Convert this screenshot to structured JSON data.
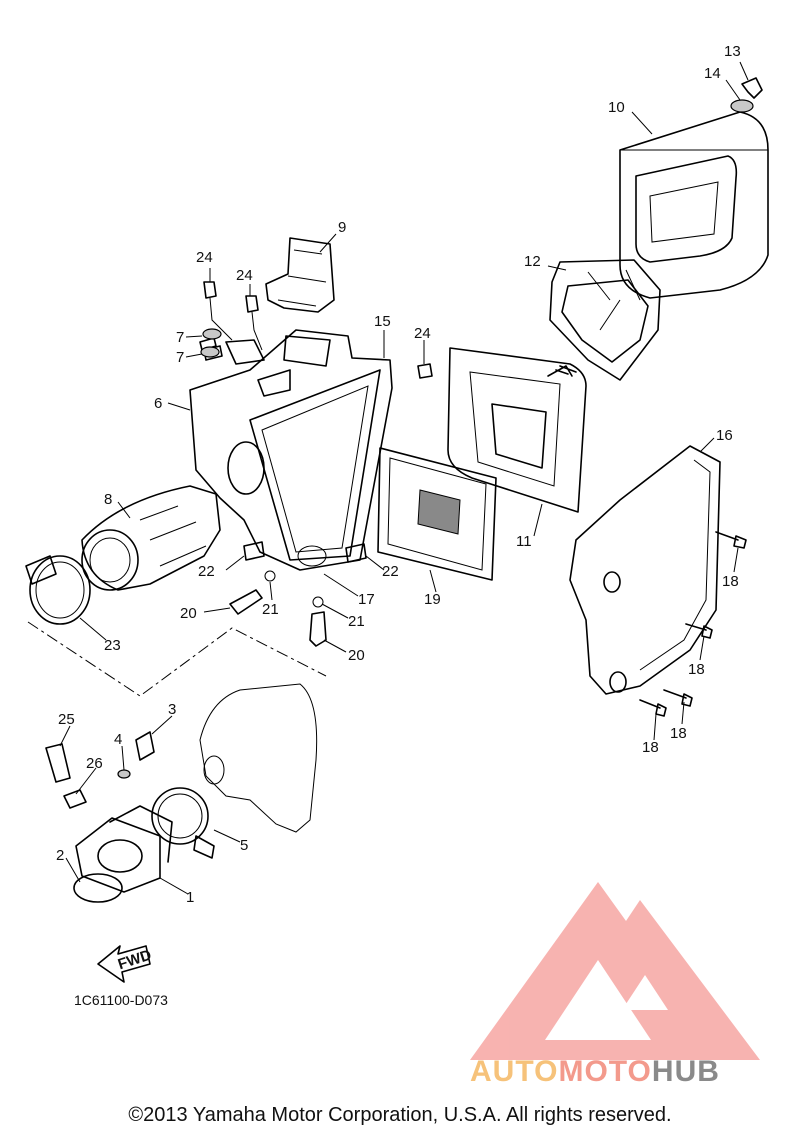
{
  "callouts": [
    {
      "id": "13",
      "text": "13"
    },
    {
      "id": "14",
      "text": "14"
    },
    {
      "id": "10",
      "text": "10"
    },
    {
      "id": "9",
      "text": "9"
    },
    {
      "id": "12",
      "text": "12"
    },
    {
      "id": "24a",
      "text": "24"
    },
    {
      "id": "24b",
      "text": "24"
    },
    {
      "id": "24c",
      "text": "24"
    },
    {
      "id": "15",
      "text": "15"
    },
    {
      "id": "7a",
      "text": "7"
    },
    {
      "id": "7b",
      "text": "7"
    },
    {
      "id": "6",
      "text": "6"
    },
    {
      "id": "16",
      "text": "16"
    },
    {
      "id": "8",
      "text": "8"
    },
    {
      "id": "11",
      "text": "11"
    },
    {
      "id": "18a",
      "text": "18"
    },
    {
      "id": "22a",
      "text": "22"
    },
    {
      "id": "22b",
      "text": "22"
    },
    {
      "id": "17",
      "text": "17"
    },
    {
      "id": "19",
      "text": "19"
    },
    {
      "id": "20a",
      "text": "20"
    },
    {
      "id": "21a",
      "text": "21"
    },
    {
      "id": "21b",
      "text": "21"
    },
    {
      "id": "18b",
      "text": "18"
    },
    {
      "id": "23",
      "text": "23"
    },
    {
      "id": "20b",
      "text": "20"
    },
    {
      "id": "25",
      "text": "25"
    },
    {
      "id": "3",
      "text": "3"
    },
    {
      "id": "18c",
      "text": "18"
    },
    {
      "id": "18d",
      "text": "18"
    },
    {
      "id": "4",
      "text": "4"
    },
    {
      "id": "26",
      "text": "26"
    },
    {
      "id": "5",
      "text": "5"
    },
    {
      "id": "2",
      "text": "2"
    },
    {
      "id": "1",
      "text": "1"
    }
  ],
  "fwd_label": "FWD",
  "diagram_code": "1C61100-D073",
  "copyright": "©2013 Yamaha Motor Corporation, U.S.A. All rights reserved.",
  "watermark": {
    "part1": "AUTO",
    "part2": "MOTO",
    "part3": "HUB",
    "colors": {
      "orange": "#f6c27a",
      "salmon": "#f39a8c",
      "gray": "#8a8a8a"
    }
  }
}
